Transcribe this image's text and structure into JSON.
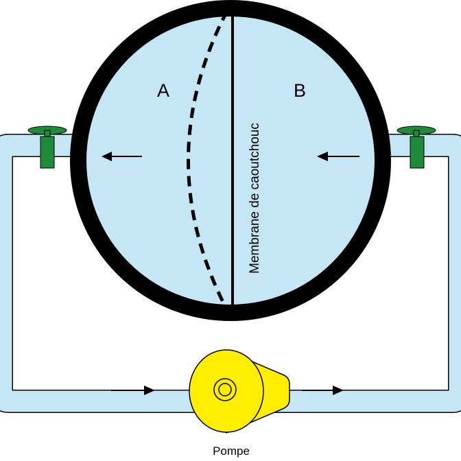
{
  "labels": {
    "chamber_a": "A",
    "chamber_b": "B",
    "membrane": "Membrane de caoutchouc",
    "pump": "Pompe"
  },
  "colors": {
    "fluid": "#c5e6f5",
    "outline": "#000000",
    "valve": "#1e8a3a",
    "pump": "#ffee00",
    "background": "#ffffff"
  },
  "icons": {
    "arrow": "arrow-left / arrow-right",
    "valve": "valve-icon",
    "pump": "pump-icon"
  }
}
